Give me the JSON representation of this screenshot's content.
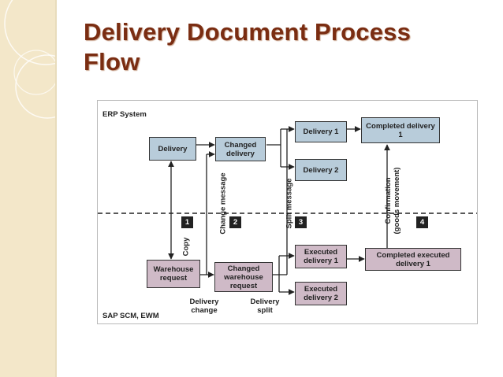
{
  "slide": {
    "title_line1": "Delivery Document Process",
    "title_line2": "Flow"
  },
  "diagram": {
    "erp_label": "ERP System",
    "scm_label": "SAP SCM, EWM",
    "erp_boxes": {
      "delivery": "Delivery",
      "changed_delivery": "Changed delivery",
      "delivery_1": "Delivery 1",
      "delivery_2": "Delivery 2",
      "completed_delivery_1": "Completed delivery 1"
    },
    "scm_boxes": {
      "warehouse_request": "Warehouse request",
      "changed_warehouse_request": "Changed warehouse request",
      "executed_delivery_1": "Executed delivery 1",
      "executed_delivery_2": "Executed delivery 2",
      "completed_executed_delivery_1": "Completed executed delivery 1"
    },
    "vertical_labels": {
      "copy": "Copy",
      "change_message": "Change message",
      "split_message": "Split message",
      "confirmation": "Confirmation (goods movement)"
    },
    "captions": {
      "delivery_change": "Delivery change",
      "delivery_split": "Delivery split"
    },
    "step_numbers": [
      "1",
      "2",
      "3",
      "4"
    ]
  },
  "colors": {
    "title": "#7a2d12",
    "erp_box": "#b8ccda",
    "scm_box": "#cfbac7",
    "strip": "#f3e7c9"
  }
}
